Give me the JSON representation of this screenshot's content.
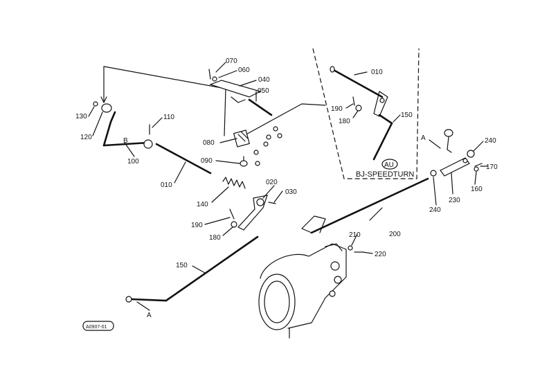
{
  "callouts": {
    "c070": "070",
    "c060": "060",
    "c040": "040",
    "c050": "050",
    "c110": "110",
    "c130": "130",
    "c120": "120",
    "c100": "100",
    "c080": "080",
    "c090": "090",
    "c010": "010",
    "c140": "140",
    "c020": "020",
    "c030": "030",
    "c190": "190",
    "c180": "180",
    "c150": "150",
    "c200": "200",
    "c210": "210",
    "c220": "220",
    "c240a": "240",
    "c240b": "240",
    "c170": "170",
    "c160": "160",
    "c230": "230"
  },
  "inset": {
    "c010": "010",
    "c190": "190",
    "c180": "180",
    "c150": "150",
    "badge": "AU",
    "caption": "BJ-SPEEDTURN"
  },
  "refs": {
    "a_top": "A",
    "a_bottom": "A",
    "b": "B"
  },
  "drawing_number": "A0907-01"
}
